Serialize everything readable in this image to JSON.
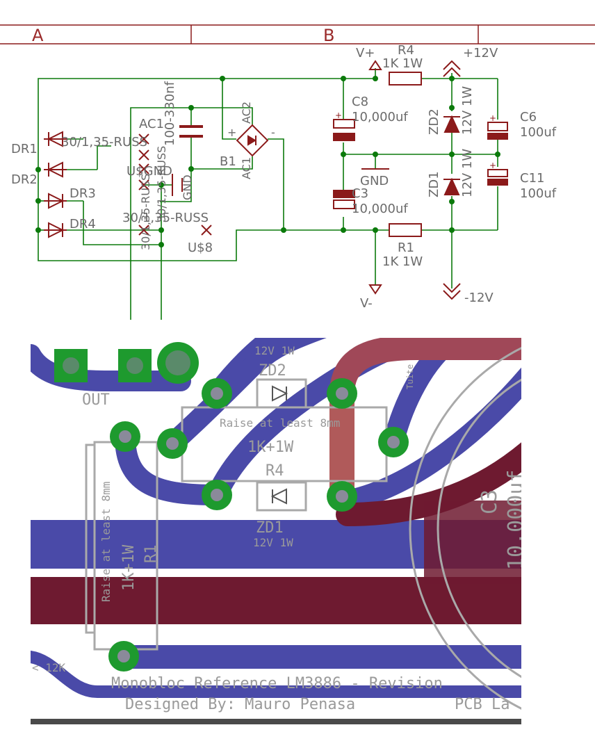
{
  "colors": {
    "wire": "#0b7a0b",
    "component": "#8b1a1a",
    "label": "#6b6b6b",
    "pcb_bottom": "#4a4aa8",
    "pcb_top": "#6e1a30",
    "pcb_top_light": "#b05a5a",
    "pad": "#1e9a2e",
    "silk": "#9a9a9a"
  },
  "frame": {
    "col_a": "A",
    "col_b": "B"
  },
  "schematic": {
    "rect1": "DR1",
    "rect2": "DR2",
    "rect3": "DR3",
    "rect4": "DR4",
    "rect_value_top": "30/1,35-RUSS",
    "rect_value_bottom": "30/1,35-RUSS",
    "rect_value_vertical_a": "30/1,35-RUSS",
    "rect_value_vertical_b": "30/1,35-RUSS",
    "ac1": "AC1",
    "cap_value": "100-330nf",
    "us_label_a": "U$GND",
    "gnd_small": "GND",
    "u8": "U$8",
    "bridge": "B1",
    "bridge_ac1": "AC1",
    "bridge_ac2": "AC2",
    "bridge_plus": "+",
    "bridge_minus": "-",
    "vplus": "V+",
    "vminus": "V-",
    "r4_name": "R4",
    "r4_value": "1K 1W",
    "r1_name": "R1",
    "r1_value": "1K 1W",
    "c8_name": "C8",
    "c8_value": "10,000uf",
    "c3_name": "C3",
    "c3_value": "10,000uf",
    "gnd": "GND",
    "zd2_name": "ZD2",
    "zd2_value": "12V 1W",
    "zd1_name": "ZD1",
    "zd1_value": "12V 1W",
    "c6_name": "C6",
    "c6_value": "100uf",
    "c11_name": "C11",
    "c11_value": "100uf",
    "plus12": "+12V",
    "minus12": "-12V"
  },
  "pcb": {
    "out_label": "OUT",
    "zd2_value": "12V 1W",
    "zd2_name": "ZD2",
    "raise_top": "Raise at least 8mm",
    "r4_value": "1K+1W",
    "r4_name": "R4",
    "zd1_name": "ZD1",
    "zd1_value": "12V 1W",
    "raise_side": "Raise at least 8mm",
    "r1_value": "1K+1W",
    "r1_name": "R1",
    "c3_name": "C3",
    "c3_value": "10,000uf",
    "side_text": "Tuite",
    "minus12": "< 12K",
    "title_line": "Monobloc Reference LM3886 - Revision",
    "designer_line": "Designed By: Mauro Penasa",
    "pcb_la": "PCB La"
  }
}
